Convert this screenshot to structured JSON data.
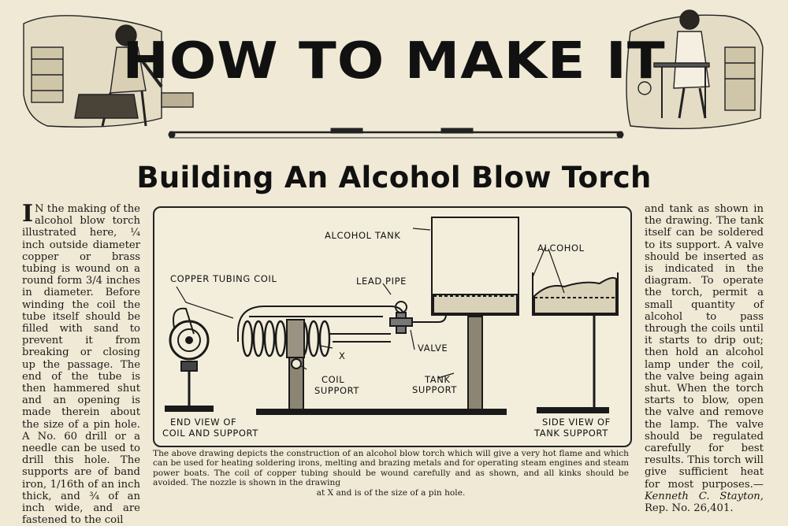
{
  "banner": {
    "title": "HOW TO MAKE IT"
  },
  "article": {
    "headline": "Building An Alcohol Blow Torch",
    "dropcap": "I",
    "left_column": "N the making of the alcohol blow torch illustrated here, ¼ inch outside diameter copper or brass tubing is wound on a round form 3/4 inches in diameter. Before winding the coil the tube itself should be filled with sand to prevent it from breaking or closing up the passage. The end of the tube is then hammered shut and an opening is made therein about the size of a pin hole. A No. 60 drill or a needle can be used to drill this hole. The supports are of band iron, 1/16th of an inch thick, and ¾ of an inch wide, and are fastened to the coil",
    "right_column": "and tank as shown in the drawing. The tank itself can be soldered to its support. A valve should be inserted as is indicated in the diagram. To operate the torch, permit a small quantity of alcohol to pass through the coils until it starts to drip out; then hold an alcohol lamp under the coil, the valve being again shut. When the torch starts to blow, open the valve and remove the lamp. The valve should be regulated carefully for best results. This torch will give sufficient heat for most purposes.—",
    "author": "Kenneth C. Stayton,",
    "rep": "Rep. No. 26,401."
  },
  "figure": {
    "labels": {
      "alcohol_tank": "ALCOHOL TANK",
      "alcohol": "ALCOHOL",
      "copper_tubing_coil": "COPPER TUBING COIL",
      "lead_pipe": "LEAD PIPE",
      "x_mark": "X",
      "valve": "VALVE",
      "coil_support_1": "COIL",
      "coil_support_2": "SUPPORT",
      "tank_support_1": "TANK",
      "tank_support_2": "SUPPORT",
      "end_view_1": "END VIEW OF",
      "end_view_2": "COIL AND SUPPORT",
      "side_view_1": "SIDE VIEW OF",
      "side_view_2": "TANK SUPPORT"
    },
    "caption": "The above drawing depicts the construction of an alcohol blow torch which will give a very hot flame and which can be used for heating soldering irons, melting and brazing metals and for operating steam engines and steam power boats. The coil of copper tubing should be wound carefully and as shown, and all kinks should be avoided. The nozzle is shown in the drawing",
    "caption_last": "at X and is of the size of a pin hole."
  }
}
